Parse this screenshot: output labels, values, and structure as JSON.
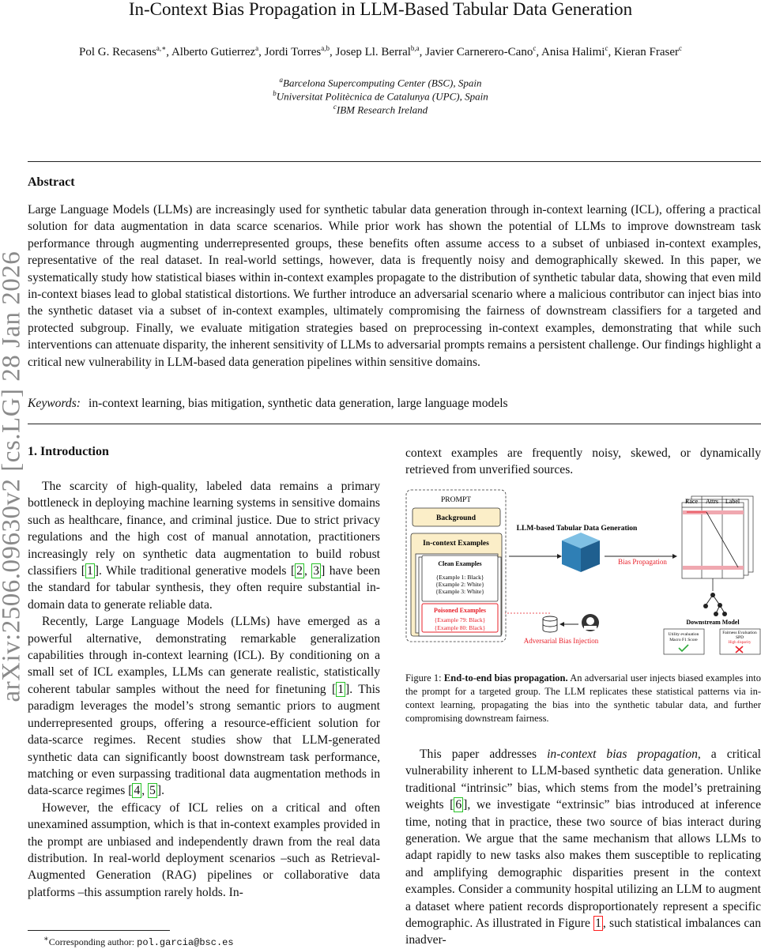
{
  "paper": {
    "title": "In-Context Bias Propagation in LLM-Based Tabular Data Generation",
    "authors": [
      {
        "name": "Pol G. Recasens",
        "sup": "a,∗"
      },
      {
        "name": "Alberto Gutierrez",
        "sup": "a"
      },
      {
        "name": "Jordi Torres",
        "sup": "a,b"
      },
      {
        "name": "Josep Ll. Berral",
        "sup": "b,a"
      },
      {
        "name": "Javier Carnerero-Cano",
        "sup": "c"
      },
      {
        "name": "Anisa Halimi",
        "sup": "c"
      },
      {
        "name": "Kieran Fraser",
        "sup": "c"
      }
    ],
    "affiliations": [
      {
        "sup": "a",
        "text": "Barcelona Supercomputing Center (BSC), Spain"
      },
      {
        "sup": "b",
        "text": "Universitat Politècnica de Catalunya (UPC), Spain"
      },
      {
        "sup": "c",
        "text": "IBM Research Ireland"
      }
    ],
    "arxiv_id": "arXiv:2506.09630v2  [cs.LG]  28 Jan 2026",
    "abstract_heading": "Abstract",
    "abstract": "Large Language Models (LLMs) are increasingly used for synthetic tabular data generation through in-context learning (ICL), offering a practical solution for data augmentation in data scarce scenarios. While prior work has shown the potential of LLMs to improve downstream task performance through augmenting underrepresented groups, these benefits often assume access to a subset of unbiased in-context examples, representative of the real dataset. In real-world settings, however, data is frequently noisy and demographically skewed. In this paper, we systematically study how statistical biases within in-context examples propagate to the distribution of synthetic tabular data, showing that even mild in-context biases lead to global statistical distortions. We further introduce an adversarial scenario where a malicious contributor can inject bias into the synthetic dataset via a subset of in-context examples, ultimately compromising the fairness of downstream classifiers for a targeted and protected subgroup. Finally, we evaluate mitigation strategies based on preprocessing in-context examples, demonstrating that while such interventions can attenuate disparity, the inherent sensitivity of LLMs to adversarial prompts remains a persistent challenge. Our findings highlight a critical new vulnerability in LLM-based data generation pipelines within sensitive domains.",
    "keywords_label": "Keywords:",
    "keywords": "in-context learning, bias mitigation, synthetic data generation, large language models",
    "section_title": "1.  Introduction",
    "intro_p1_a": "The scarcity of high-quality, labeled data remains a primary bottleneck in deploying machine learning systems in sensitive domains such as healthcare, finance, and criminal justice. Due to strict privacy regulations and the high cost of manual annotation, practitioners increasingly rely on synthetic data augmentation to build robust classifiers ",
    "intro_p1_b": ". While traditional generative models ",
    "intro_p1_c": " have been the standard for tabular synthesis, they often require substantial in-domain data to generate reliable data.",
    "intro_p2_a": "Recently, Large Language Models (LLMs) have emerged as a powerful alternative, demonstrating remarkable generalization capabilities through in-context learning (ICL). By conditioning on a small set of ICL examples, LLMs can generate realistic, statistically coherent tabular samples without the need for finetuning ",
    "intro_p2_b": ". This paradigm leverages the model’s strong semantic priors to augment underrepresented groups, offering a resource-efficient solution for data-scarce regimes. Recent studies show that LLM-generated synthetic data can significantly boost downstream task performance, matching or even surpassing traditional data augmentation methods in data-scarce regimes ",
    "intro_p2_c": ".",
    "intro_p3": "However, the efficacy of ICL relies on a critical and often unexamined assumption, which is that in-context examples provided in the prompt are unbiased and independently drawn from the real data distribution. In real-world deployment scenarios –such as Retrieval-Augmented Generation (RAG) pipelines or collaborative data platforms –this assumption rarely holds. In-",
    "right_top": "context examples are frequently noisy, skewed, or dynamically retrieved from unverified sources.",
    "refs": {
      "r1": "1",
      "r2": "2",
      "r3": "3",
      "r4": "4",
      "r5": "5",
      "r6": "6",
      "fig": "1"
    },
    "figure": {
      "prompt": "PROMPT",
      "background": "Background",
      "in_context": "In-context Examples",
      "clean": "Clean Examples",
      "clean_items": [
        "{Example 1: Black}",
        "{Example 2: White}",
        "{Example 3: White}"
      ],
      "poisoned": "Poisoned Examples",
      "poisoned_items": [
        "{Example 79: Black}",
        "{Example 80: Black}"
      ],
      "llm_label": "LLM-based Tabular Data Generation",
      "bias_prop": "Bias Propagation",
      "adv": "Adversarial Bias Injection",
      "table_headers": [
        "Race",
        "Attrs",
        "Label"
      ],
      "downstream": "Downstream Model",
      "utility": [
        "Utility evaluation",
        "Macro F1 Score"
      ],
      "fairness": [
        "Fairness Evaluation",
        "SPD",
        "High disparity"
      ],
      "colors": {
        "red": "#e8202a",
        "green": "#2eaa3a",
        "cube": "#3e8fc0",
        "bar": "#f0a8b0"
      }
    },
    "caption_label": "Figure 1:",
    "caption_bold": "End-to-end bias propagation.",
    "caption_text": " An adversarial user injects biased examples into the prompt for a targeted group. The LLM replicates these statistical patterns via in-context learning, propagating the bias into the synthetic tabular data, and further compromising downstream fairness.",
    "right_p1_a": "This paper addresses ",
    "right_p1_em": "in-context bias propagation",
    "right_p1_b": ", a critical vulnerability inherent to LLM-based synthetic data generation. Unlike traditional “intrinsic” bias, which stems from the model’s pretraining weights ",
    "right_p1_c": ", we investigate “extrinsic” bias introduced at inference time, noting that in practice, these two source of bias interact during generation. We argue that the same mechanism that allows LLMs to adapt rapidly to new tasks also makes them susceptible to replicating and amplifying demographic disparities present in the context examples. Consider a community hospital utilizing an LLM to augment a dataset where patient records disproportionately represent a specific demographic. As illustrated in Figure ",
    "right_p1_d": ", such statistical imbalances can inadver-",
    "footnote_label": "Corresponding author: ",
    "footnote_email": "pol.garcia@bsc.es"
  }
}
